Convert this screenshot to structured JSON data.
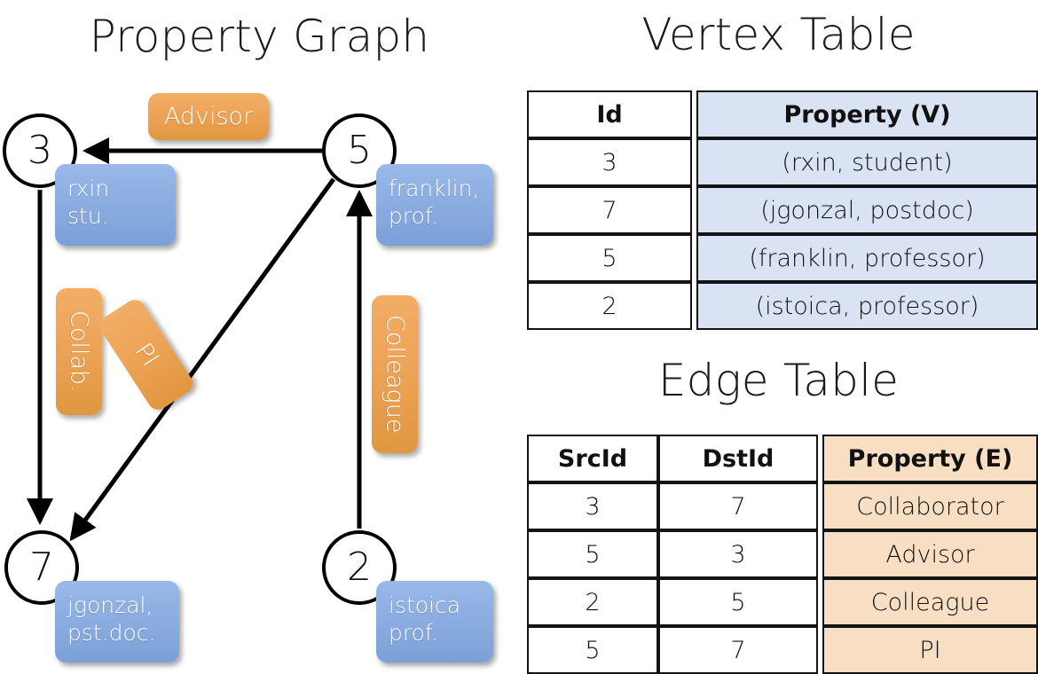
{
  "titles": {
    "graph": "Property Graph",
    "vertex": "Vertex Table",
    "edge": "Edge Table"
  },
  "graph": {
    "nodes": [
      {
        "id": "3",
        "property_line1": "rxin",
        "property_line2": "stu."
      },
      {
        "id": "5",
        "property_line1": "franklin,",
        "property_line2": "prof."
      },
      {
        "id": "7",
        "property_line1": "jgonzal,",
        "property_line2": "pst.doc."
      },
      {
        "id": "2",
        "property_line1": "istoica",
        "property_line2": "prof."
      }
    ],
    "edge_labels": {
      "advisor": "Advisor",
      "collab": "Collab.",
      "pi": "PI",
      "colleague": "Colleague"
    },
    "edges": [
      {
        "src": "5",
        "dst": "3",
        "label": "Advisor"
      },
      {
        "src": "3",
        "dst": "7",
        "label": "Collab."
      },
      {
        "src": "5",
        "dst": "7",
        "label": "PI"
      },
      {
        "src": "2",
        "dst": "5",
        "label": "Colleague"
      }
    ]
  },
  "vertex_table": {
    "headers": [
      "Id",
      "Property (V)"
    ],
    "rows": [
      {
        "id": "3",
        "property": "(rxin, student)"
      },
      {
        "id": "7",
        "property": "(jgonzal, postdoc)"
      },
      {
        "id": "5",
        "property": "(franklin, professor)"
      },
      {
        "id": "2",
        "property": "(istoica, professor)"
      }
    ]
  },
  "edge_table": {
    "headers": [
      "SrcId",
      "DstId",
      "Property (E)"
    ],
    "rows": [
      {
        "src": "3",
        "dst": "7",
        "property": "Collaborator"
      },
      {
        "src": "5",
        "dst": "3",
        "property": "Advisor"
      },
      {
        "src": "2",
        "dst": "5",
        "property": "Colleague"
      },
      {
        "src": "5",
        "dst": "7",
        "property": "PI"
      }
    ]
  },
  "colors": {
    "vertex_fill": "#dae3f3",
    "edge_fill": "#f8dfc4",
    "node_box": "#8cade1",
    "edge_label_box": "#eda356",
    "border": "#141414",
    "background": "#ffffff"
  }
}
